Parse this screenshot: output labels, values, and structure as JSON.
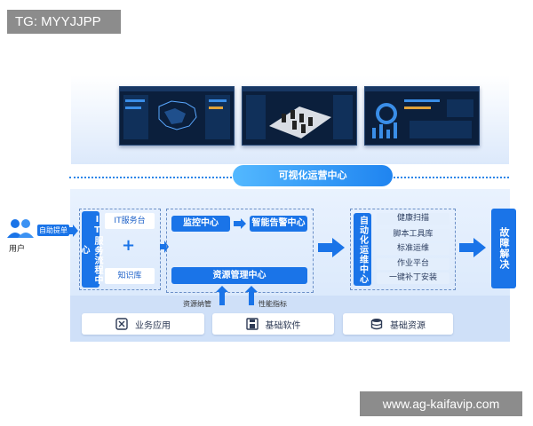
{
  "watermarks": {
    "top_left": "TG: MYYJJPP",
    "bottom_right": "www.ag-kaifavip.com"
  },
  "banner": "可视化运营中心",
  "user": {
    "label": "用户",
    "action": "自助提单"
  },
  "it_process": {
    "title": "IT服务流程中心",
    "desk": "IT服务台",
    "plus": "+",
    "kb": "知识库"
  },
  "monitor": {
    "monitor": "监控中心",
    "alarm": "智能告警中心",
    "resource": "资源管理中心"
  },
  "uplabels": {
    "left": "资源纳管",
    "right": "性能指标"
  },
  "ops": {
    "title": "自动化运维中心",
    "items": [
      "健康扫描",
      "脚本工具库",
      "标准运维",
      "作业平台",
      "一键补丁安装"
    ]
  },
  "fault": "故障解决",
  "bottom": {
    "app": "业务应用",
    "software": "基础软件",
    "resource": "基础资源"
  },
  "colors": {
    "primary": "#1a74e8",
    "screen": "#0b1f3c",
    "band": "#d6e6fb"
  }
}
